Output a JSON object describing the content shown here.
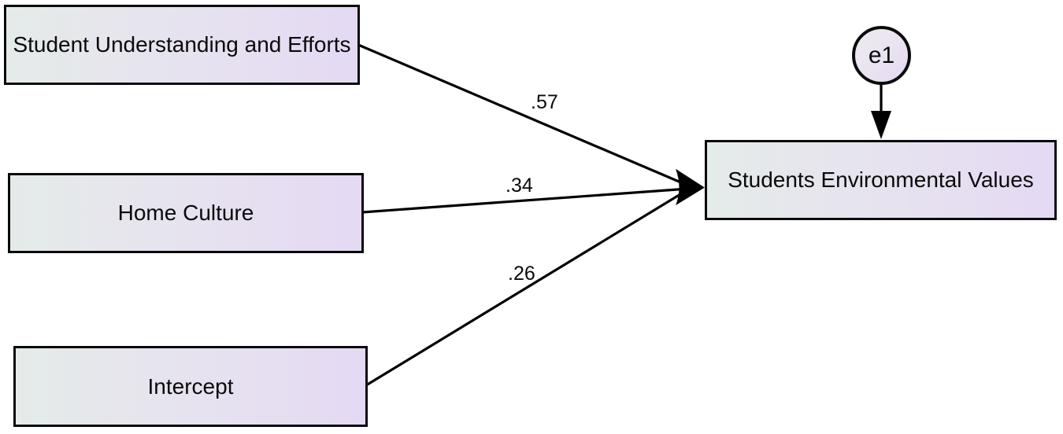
{
  "nodes": {
    "predictor1": {
      "label": "Student Understanding and Efforts",
      "shape": "rectangle"
    },
    "predictor2": {
      "label": "Home Culture",
      "shape": "rectangle"
    },
    "predictor3": {
      "label": "Intercept",
      "shape": "rectangle"
    },
    "outcome": {
      "label": "Students Environmental Values",
      "shape": "rectangle"
    },
    "error": {
      "label": "e1",
      "shape": "circle"
    }
  },
  "edges": [
    {
      "from": "Student Understanding and Efforts",
      "to": "Students Environmental Values",
      "coefficient": ".57"
    },
    {
      "from": "Home Culture",
      "to": "Students Environmental Values",
      "coefficient": ".34"
    },
    {
      "from": "Intercept",
      "to": "Students Environmental Values",
      "coefficient": ".26"
    },
    {
      "from": "e1",
      "to": "Students Environmental Values",
      "coefficient": ""
    }
  ],
  "colors": {
    "box_gradient_left": "#e5ebe9",
    "box_gradient_right": "#e5d9f4",
    "border": "#0a0a0a",
    "line": "#000000",
    "background": "#ffffff"
  }
}
